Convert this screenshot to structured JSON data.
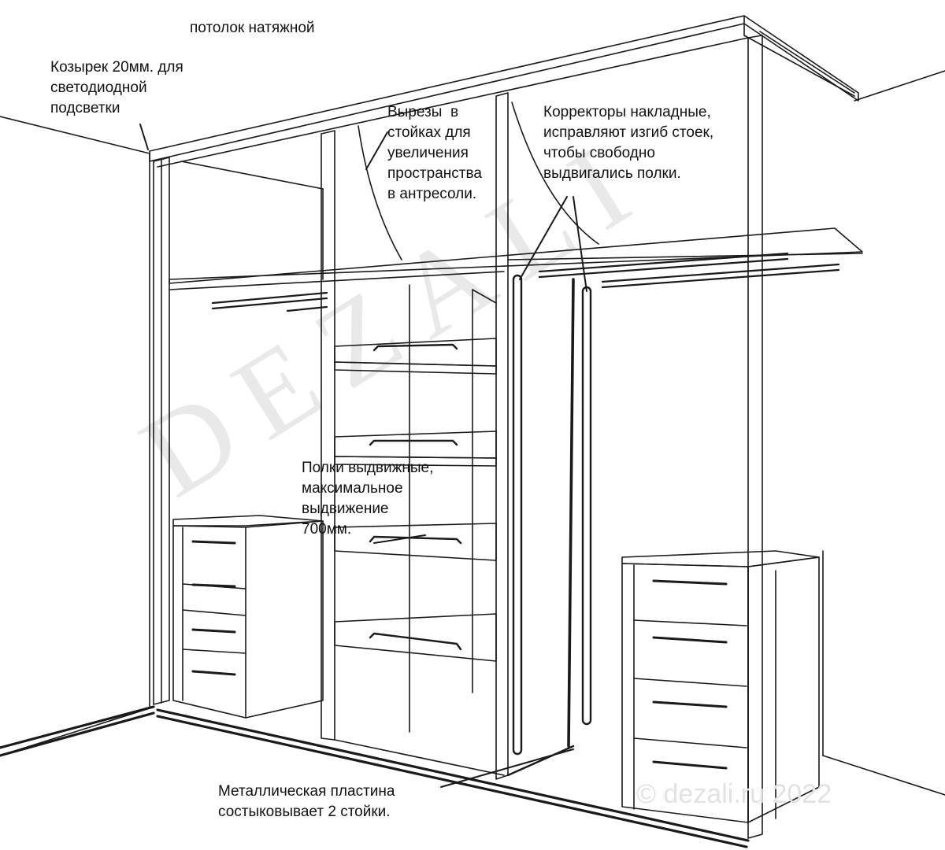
{
  "labels": {
    "ceiling": "потолок натяжной",
    "visor": "Козырек 20мм. для\nсветодиодной\nподсветки",
    "cutouts": "Вырезы  в\nстойках для\nувеличения\nпространства\nв антресоли.",
    "correctors": "Корректоры накладные,\nисправляют изгиб стоек,\nчтобы свободно\nвыдвигались полки.",
    "shelves": "Полки выдвижные,\nмаксимальное\nвыдвижение\n700мм.",
    "plate": "Металлическая пластина\nсостыковывает 2 стойки."
  },
  "watermark": {
    "brand": "DEZALI",
    "copyright": "© dezali.ru 2022"
  },
  "colors": {
    "line": "#1a1a1a",
    "wall_fill": "#f7f7f7",
    "watermark": "#e6e6e6"
  }
}
